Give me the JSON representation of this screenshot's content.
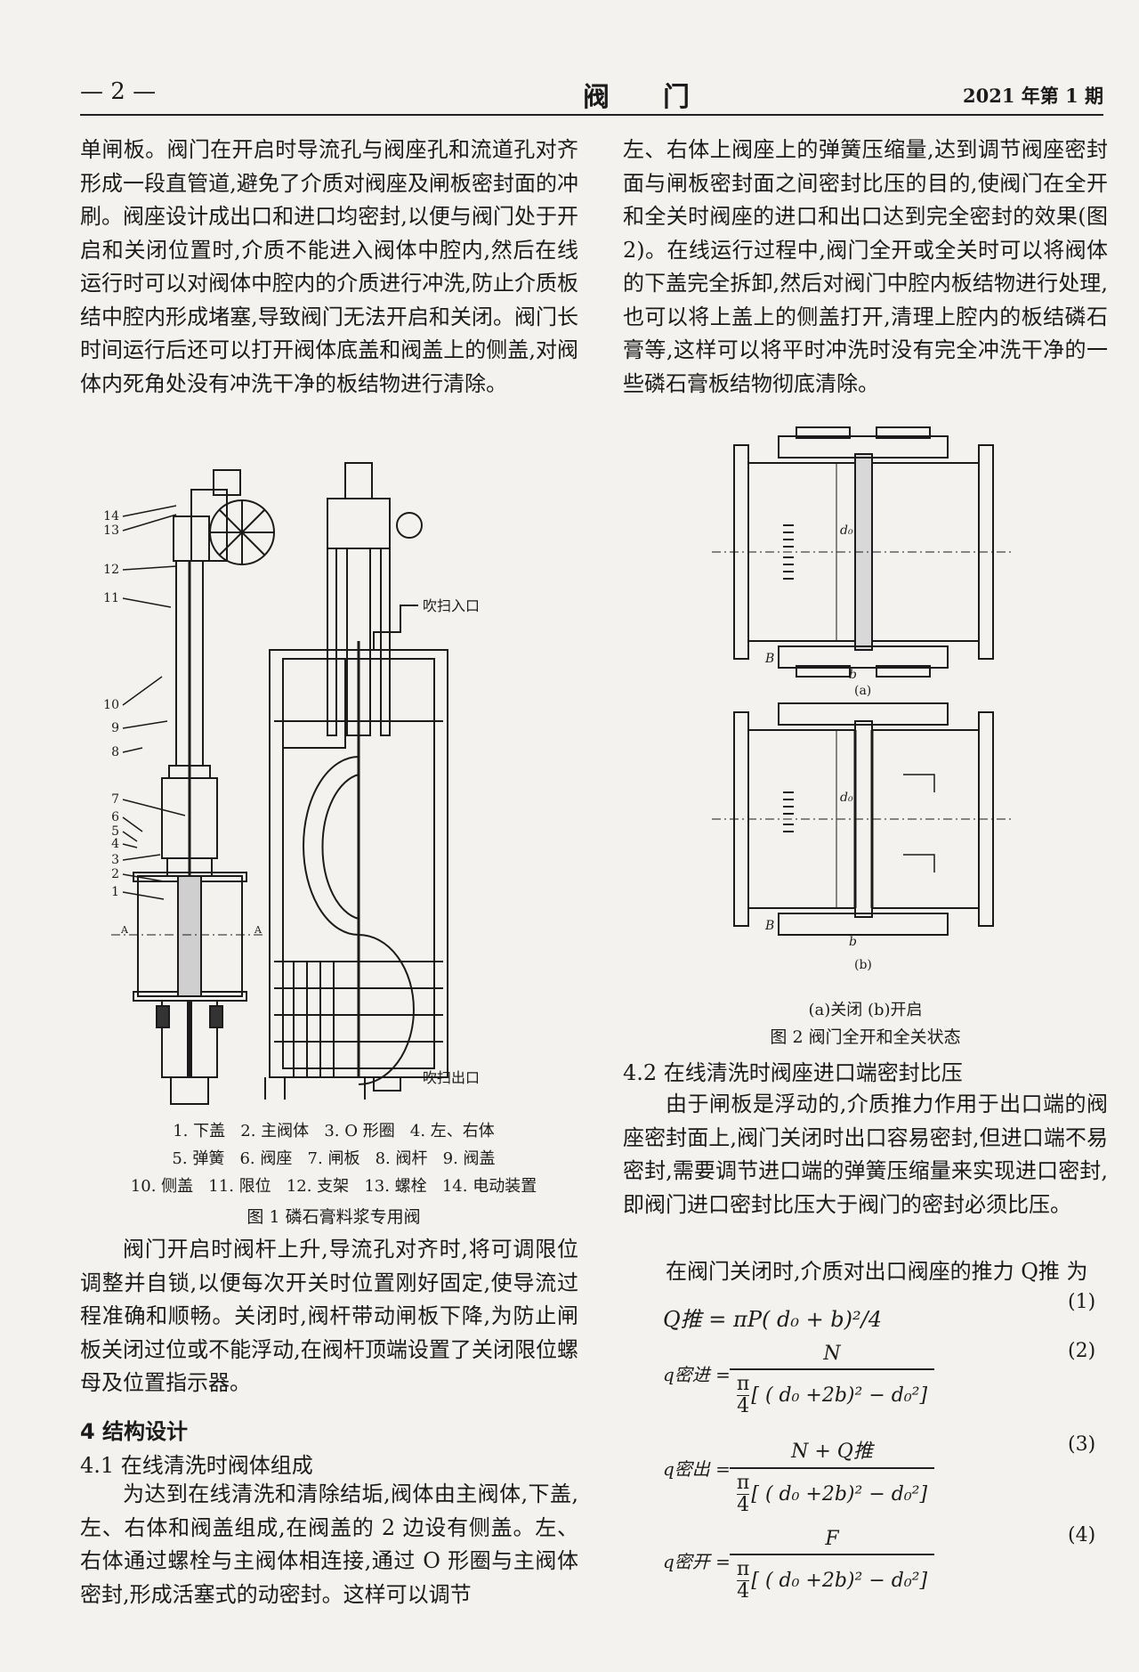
{
  "header": {
    "page_number": "— 2 —",
    "journal": "阀门",
    "issue": "2021 年第 1 期"
  },
  "left_col": {
    "p1": "单闸板。阀门在开启时导流孔与阀座孔和流道孔对齐形成一段直管道,避免了介质对阀座及闸板密封面的冲刷。阀座设计成出口和进口均密封,以便与阀门处于开启和关闭位置时,介质不能进入阀体中腔内,然后在线运行时可以对阀体中腔内的介质进行冲洗,防止介质板结中腔内形成堵塞,导致阀门无法开启和关闭。阀门长时间运行后还可以打开阀体底盖和阀盖上的侧盖,对阀体内死角处没有冲洗干净的板结物进行清除。",
    "fig1": {
      "callouts": [
        "14",
        "13",
        "12",
        "11",
        "10",
        "9",
        "8",
        "7",
        "6",
        "5",
        "4",
        "3",
        "2",
        "1"
      ],
      "label_inlet": "吹扫入口",
      "label_outlet": "吹扫出口",
      "section_mark": "A",
      "legend_lines": [
        "1. 下盖   2. 主阀体   3. O 形圈   4. 左、右体",
        "5. 弹簧   6. 阀座   7. 闸板   8. 阀杆   9. 阀盖",
        "10. 侧盖   11. 限位   12. 支架   13. 螺栓   14. 电动装置"
      ],
      "caption": "图 1   磷石膏料浆专用阀"
    },
    "p2": "阀门开启时阀杆上升,导流孔对齐时,将可调限位调整并自锁,以便每次开关时位置刚好固定,使导流过程准确和顺畅。关闭时,阀杆带动闸板下降,为防止闸板关闭过位或不能浮动,在阀杆顶端设置了关闭限位螺母及位置指示器。",
    "h4": "4   结构设计",
    "h41": "4.1   在线清洗时阀体组成",
    "p3": "为达到在线清洗和清除结垢,阀体由主阀体,下盖,左、右体和阀盖组成,在阀盖的 2 边设有侧盖。左、右体通过螺栓与主阀体相连接,通过 O 形圈与主阀体密封,形成活塞式的动密封。这样可以调节"
  },
  "right_col": {
    "p1": "左、右体上阀座上的弹簧压缩量,达到调节阀座密封面与闸板密封面之间密封比压的目的,使阀门在全开和全关时阀座的进口和出口达到完全密封的效果(图 2)。在线运行过程中,阀门全开或全关时可以将阀体的下盖完全拆卸,然后对阀门中腔内板结物进行处理,也可以将上盖上的侧盖打开,清理上腔内的板结磷石膏等,这样可以将平时冲洗时没有完全冲洗干净的一些磷石膏板结物彻底清除。",
    "fig2": {
      "label_a": "(a)",
      "label_b": "(b)",
      "dim_d": "d₀",
      "dim_b": "b",
      "dim_B": "B",
      "sub_caption": "(a)关闭   (b)开启",
      "caption": "图 2   阀门全开和全关状态"
    },
    "h42": "4.2   在线清洗时阀座进口端密封比压",
    "p2": "由于闸板是浮动的,介质推力作用于出口端的阀座密封面上,阀门关闭时出口容易密封,但进口端不易密封,需要调节进口端的弹簧压缩量来实现进口密封,即阀门进口密封比压大于阀门的密封必须比压。",
    "p3": "在阀门关闭时,介质对出口阀座的推力 Q推 为",
    "equations": {
      "eq1": "Q推 = πP( d₀ + b)²/4",
      "eq2_lhs": "q密进 =",
      "eq2_num": "N",
      "eq3_lhs": "q密出 =",
      "eq3_num": "N + Q推",
      "eq4_lhs": "q密开 =",
      "eq4_num": "F",
      "pi": "π",
      "four": "4",
      "den_rest": "[ ( d₀ +2b)² − d₀²]",
      "n1": "(1)",
      "n2": "(2)",
      "n3": "(3)",
      "n4": "(4)"
    }
  }
}
